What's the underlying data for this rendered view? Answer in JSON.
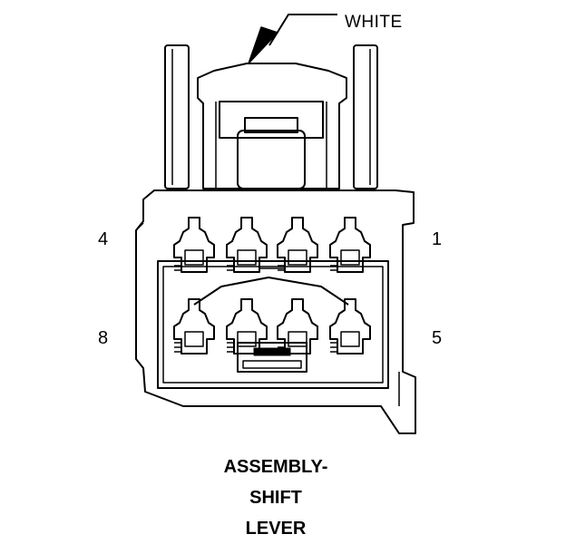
{
  "callout": {
    "color_label": "WHITE"
  },
  "pins": {
    "top_left": "4",
    "top_right": "1",
    "bottom_left": "8",
    "bottom_right": "5"
  },
  "caption": {
    "line1": "ASSEMBLY-",
    "line2": "SHIFT",
    "line3": "LEVER"
  }
}
